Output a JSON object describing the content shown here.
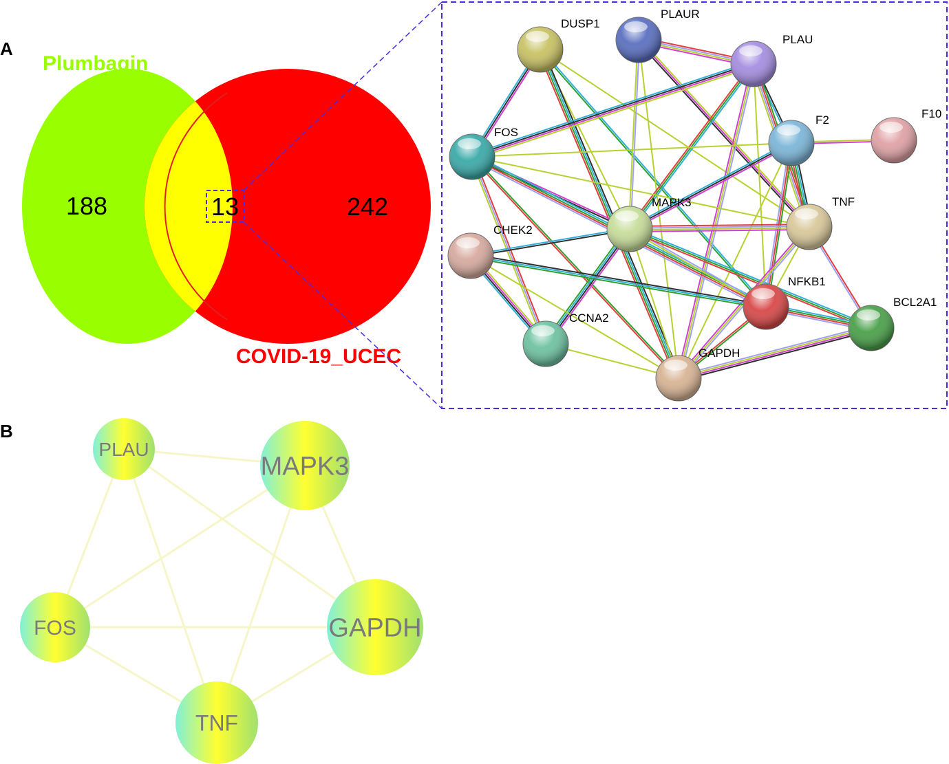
{
  "panels": {
    "a": "A",
    "b": "B"
  },
  "venn": {
    "left": {
      "title": "Plumbagin",
      "only_count": "188",
      "color": "#99ff00"
    },
    "right": {
      "title": "COVID-19_UCEC",
      "only_count": "242",
      "color": "#ff0000"
    },
    "overlap": {
      "count": "13",
      "color": "#ffff00"
    }
  },
  "ppi": {
    "nodes": [
      {
        "id": "DUSP1",
        "label": "DUSP1",
        "color": "#c8c264"
      },
      {
        "id": "PLAUR",
        "label": "PLAUR",
        "color": "#5a6fc0"
      },
      {
        "id": "PLAU",
        "label": "PLAU",
        "color": "#a48ee0"
      },
      {
        "id": "FOS",
        "label": "FOS",
        "color": "#3aaaa8"
      },
      {
        "id": "F2",
        "label": "F2",
        "color": "#7cb6d8"
      },
      {
        "id": "F10",
        "label": "F10",
        "color": "#e0a2a6"
      },
      {
        "id": "MAPK3",
        "label": "MAPK3",
        "color": "#c6dd9a"
      },
      {
        "id": "TNF",
        "label": "TNF",
        "color": "#d8c89a"
      },
      {
        "id": "CHEK2",
        "label": "CHEK2",
        "color": "#d6aa9e"
      },
      {
        "id": "NFKB1",
        "label": "NFKB1",
        "color": "#d84848"
      },
      {
        "id": "BCL2A1",
        "label": "BCL2A1",
        "color": "#4aa04a"
      },
      {
        "id": "CCNA2",
        "label": "CCNA2",
        "color": "#6ec2a2"
      },
      {
        "id": "GAPDH",
        "label": "GAPDH",
        "color": "#d8b494"
      }
    ],
    "edges": [
      [
        "DUSP1",
        "MAPK3"
      ],
      [
        "DUSP1",
        "FOS"
      ],
      [
        "DUSP1",
        "GAPDH"
      ],
      [
        "DUSP1",
        "NFKB1"
      ],
      [
        "DUSP1",
        "TNF"
      ],
      [
        "PLAUR",
        "PLAU"
      ],
      [
        "PLAUR",
        "MAPK3"
      ],
      [
        "PLAUR",
        "TNF"
      ],
      [
        "PLAUR",
        "GAPDH"
      ],
      [
        "PLAU",
        "F2"
      ],
      [
        "PLAU",
        "MAPK3"
      ],
      [
        "PLAU",
        "TNF"
      ],
      [
        "PLAU",
        "NFKB1"
      ],
      [
        "PLAU",
        "GAPDH"
      ],
      [
        "PLAU",
        "FOS"
      ],
      [
        "FOS",
        "MAPK3"
      ],
      [
        "FOS",
        "TNF"
      ],
      [
        "FOS",
        "NFKB1"
      ],
      [
        "FOS",
        "GAPDH"
      ],
      [
        "FOS",
        "CCNA2"
      ],
      [
        "FOS",
        "F2"
      ],
      [
        "F2",
        "F10"
      ],
      [
        "F2",
        "MAPK3"
      ],
      [
        "F2",
        "TNF"
      ],
      [
        "F2",
        "GAPDH"
      ],
      [
        "F2",
        "NFKB1"
      ],
      [
        "MAPK3",
        "TNF"
      ],
      [
        "MAPK3",
        "NFKB1"
      ],
      [
        "MAPK3",
        "GAPDH"
      ],
      [
        "MAPK3",
        "CCNA2"
      ],
      [
        "MAPK3",
        "CHEK2"
      ],
      [
        "MAPK3",
        "BCL2A1"
      ],
      [
        "TNF",
        "NFKB1"
      ],
      [
        "TNF",
        "BCL2A1"
      ],
      [
        "TNF",
        "GAPDH"
      ],
      [
        "CHEK2",
        "CCNA2"
      ],
      [
        "CHEK2",
        "GAPDH"
      ],
      [
        "CHEK2",
        "NFKB1"
      ],
      [
        "NFKB1",
        "BCL2A1"
      ],
      [
        "NFKB1",
        "GAPDH"
      ],
      [
        "CCNA2",
        "GAPDH"
      ],
      [
        "GAPDH",
        "BCL2A1"
      ]
    ],
    "edge_colors": [
      "#b8d030",
      "#d040d0",
      "#303030",
      "#30b0d8",
      "#30a030",
      "#e04040",
      "#a0a0f0"
    ]
  },
  "hub": {
    "nodes": [
      {
        "id": "PLAU",
        "label": "PLAU"
      },
      {
        "id": "MAPK3",
        "label": "MAPK3"
      },
      {
        "id": "FOS",
        "label": "FOS"
      },
      {
        "id": "GAPDH",
        "label": "GAPDH"
      },
      {
        "id": "TNF",
        "label": "TNF"
      }
    ],
    "edges": [
      [
        "PLAU",
        "MAPK3"
      ],
      [
        "PLAU",
        "FOS"
      ],
      [
        "PLAU",
        "TNF"
      ],
      [
        "PLAU",
        "GAPDH"
      ],
      [
        "MAPK3",
        "FOS"
      ],
      [
        "MAPK3",
        "TNF"
      ],
      [
        "MAPK3",
        "GAPDH"
      ],
      [
        "FOS",
        "GAPDH"
      ],
      [
        "FOS",
        "TNF"
      ],
      [
        "GAPDH",
        "TNF"
      ]
    ],
    "gradient": [
      "#80f0d8",
      "#ffff30",
      "#a0e070"
    ],
    "edge_color": "#f6f6c8",
    "label_color": "#7a7a7a"
  }
}
